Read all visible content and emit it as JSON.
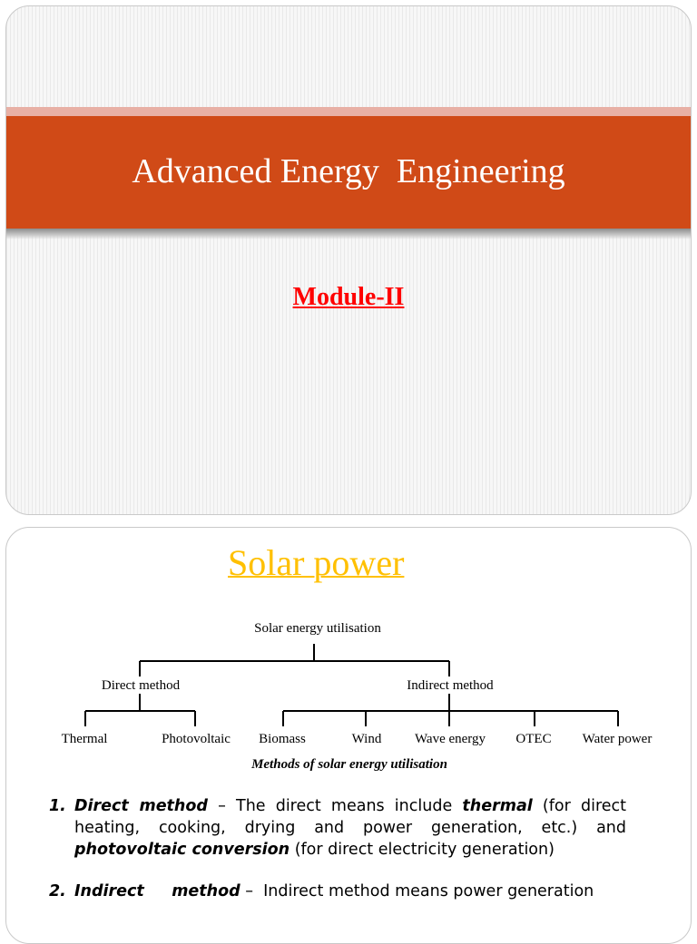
{
  "slide1": {
    "title": "Advanced Energy  Engineering",
    "module": "Module-II"
  },
  "slide2": {
    "heading": "Solar power",
    "diagram": {
      "root": "Solar energy utilisation",
      "branches": [
        {
          "label": "Direct method",
          "children": [
            "Thermal",
            "Photovoltaic"
          ]
        },
        {
          "label": "Indirect method",
          "children": [
            "Biomass",
            "Wind",
            "Wave energy",
            "OTEC",
            "Water power"
          ]
        }
      ],
      "caption": "Methods of solar energy utilisation"
    },
    "items": [
      {
        "number": "1.",
        "term": "Direct method",
        "text_a": " – The direct means include ",
        "kw1": "thermal",
        "text_b": " (for direct heating, cooking,  drying and power generation, etc.) and ",
        "kw2": "photovoltaic conversion",
        "text_c": " (for direct electricity generation)"
      },
      {
        "number": "2.",
        "term": "Indirect     method",
        "text_a": " –  Indirect method means power generation"
      }
    ]
  }
}
